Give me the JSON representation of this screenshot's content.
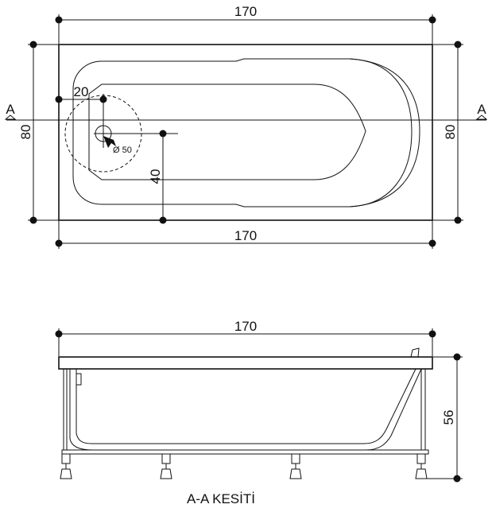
{
  "plan_view": {
    "top_length": "170",
    "bottom_length": "170",
    "left_width": "80",
    "right_width": "80",
    "drain_offset_x": "20",
    "drain_offset_y": "40",
    "drain_diameter": "Ø 50",
    "section_marker_left": "A",
    "section_marker_right": "A"
  },
  "section_view": {
    "length": "170",
    "height": "56",
    "caption": "A-A KESİTİ"
  }
}
